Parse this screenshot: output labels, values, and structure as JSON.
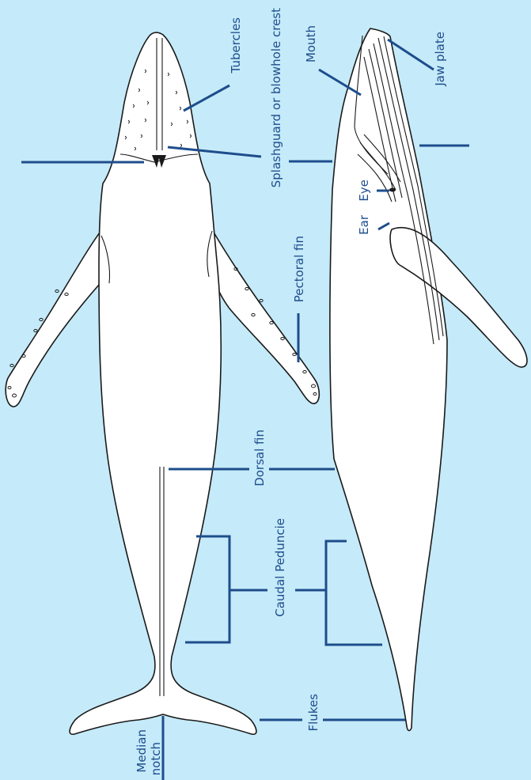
{
  "background_color": "#c5eaf9",
  "line_color": "#1e4d8c",
  "labels": {
    "tubercles": "Tubercles",
    "mouth": "Mouth",
    "jaw_plate": "Jaw plate",
    "splashguard": "Splashguard or blowhole crest",
    "eye": "Eye",
    "ear": "Ear",
    "pectoral_fin": "Pectoral fin",
    "dorsal_fin": "Dorsal fin",
    "caudal_peduncle": "Caudal Peduncie",
    "flukes": "Flukes",
    "median_notch_line1": "Median",
    "median_notch_line2": "notch"
  }
}
